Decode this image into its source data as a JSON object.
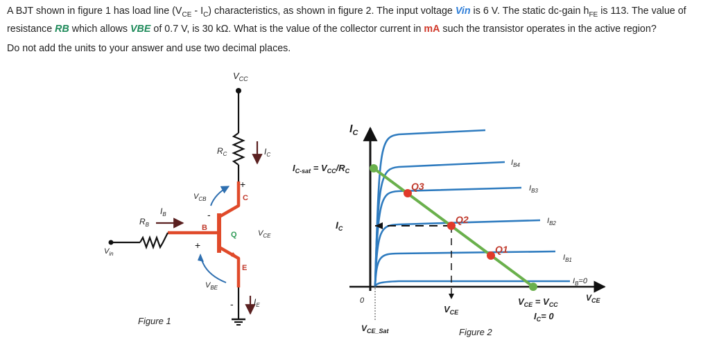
{
  "question": {
    "p1_a": "A BJT shown in figure 1 has load line (V",
    "p1_b": "CE",
    "p1_c": " - I",
    "p1_d": "C",
    "p1_e": ") characteristics, as shown in figure 2. The input voltage ",
    "vin": "Vin",
    "p1_f": " is 6 V. The static dc-gain h",
    "p1_g": "FE",
    "p1_h": " is 113. The value of resistance ",
    "rb": "RB",
    "p1_i": " which allows ",
    "vbe": "VBE",
    "p1_j": " of 0.7 V, is 30 kΩ. What is the value of the collector current in ",
    "ma": "mA",
    "p1_k": " such the transistor operates in the active region?",
    "instructions": "Do not add the units to your answer and use two decimal places."
  },
  "figure1": {
    "caption": "Figure 1",
    "vcc": "V",
    "vcc_sub": "CC",
    "rc": "R",
    "rc_sub": "C",
    "ic": "I",
    "ic_sub": "C",
    "rb": "R",
    "rb_sub": "B",
    "ib": "I",
    "ib_sub": "B",
    "vin": "V",
    "vin_sub": "in",
    "vcb": "V",
    "vcb_sub": "CB",
    "vbe": "V",
    "vbe_sub": "BE",
    "vce": "V",
    "vce_sub": "CE",
    "ie": "I",
    "ie_sub": "E",
    "node_b": "B",
    "node_c": "C",
    "node_e": "E",
    "node_q": "Q",
    "plus1": "+",
    "plus2": "+",
    "minus1": "-",
    "minus2": "-"
  },
  "figure2": {
    "caption": "Figure 2",
    "ic_axis": "I",
    "ic_axis_sub": "C",
    "vce_axis": "V",
    "vce_axis_sub": "CE",
    "ic_sat_a": "I",
    "ic_sat_sub": "C-sat",
    "ic_sat_b": " = V",
    "ic_sat_sub2": "CC",
    "ic_sat_c": "/R",
    "ic_sat_sub3": "C",
    "ic_left": "I",
    "ic_left_sub": "C",
    "vce_bottom": "V",
    "vce_bottom_sub": "CE",
    "vce_sat": "V",
    "vce_sat_sub": "CE_Sat",
    "zero": "0",
    "vce_eq_a": "V",
    "vce_eq_sub": "CE",
    "vce_eq_b": " = V",
    "vce_eq_sub2": "CC",
    "ic_zero_a": "I",
    "ic_zero_sub": "C",
    "ic_zero_b": "= 0",
    "ib0": "I",
    "ib0_sub": "B",
    "ib0_val": "=0",
    "ib1": "I",
    "ib1_sub": "B1",
    "ib2": "I",
    "ib2_sub": "B2",
    "ib3": "I",
    "ib3_sub": "B3",
    "ib4": "I",
    "ib4_sub": "B4",
    "q1": "Q1",
    "q2": "Q2",
    "q3": "Q3"
  },
  "colors": {
    "curve": "#2e7bbf",
    "load_line": "#6ab04c",
    "point_red": "#e03a2a",
    "point_green": "#6ab04c",
    "transistor": "#e04a2a",
    "arrow_dark": "#5a2020",
    "arrow_blue": "#2e6fb0"
  }
}
